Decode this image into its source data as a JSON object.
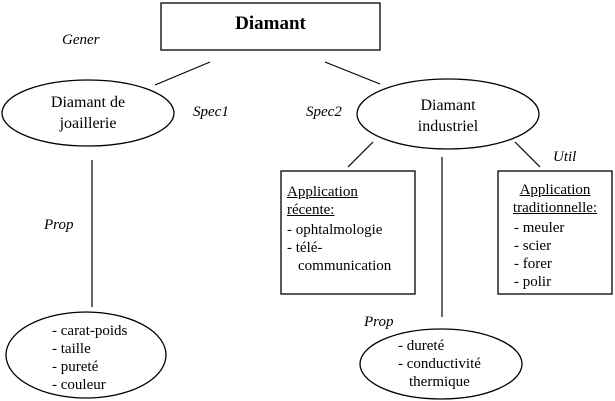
{
  "diagram": {
    "root": {
      "label": "Diamant"
    },
    "relations": {
      "gener": "Gener",
      "spec1": "Spec1",
      "spec2": "Spec2",
      "util": "Util",
      "prop_left": "Prop",
      "prop_right": "Prop"
    },
    "jewelry": {
      "label_line1": "Diamant de",
      "label_line2": "joaillerie",
      "props": [
        "carat-poids",
        "taille",
        "pureté",
        "couleur"
      ]
    },
    "industrial": {
      "label_line1": "Diamant",
      "label_line2": "industriel",
      "props": [
        "dureté",
        "conductivité",
        "thermique"
      ]
    },
    "recent_app": {
      "title_line1": "Application",
      "title_line2": "récente:",
      "items": [
        "ophtalmologie",
        "télé-",
        "communication"
      ]
    },
    "traditional_app": {
      "title_line1": "Application",
      "title_line2": "traditionnelle:",
      "items": [
        "meuler",
        "scier",
        "forer",
        "polir"
      ]
    }
  }
}
